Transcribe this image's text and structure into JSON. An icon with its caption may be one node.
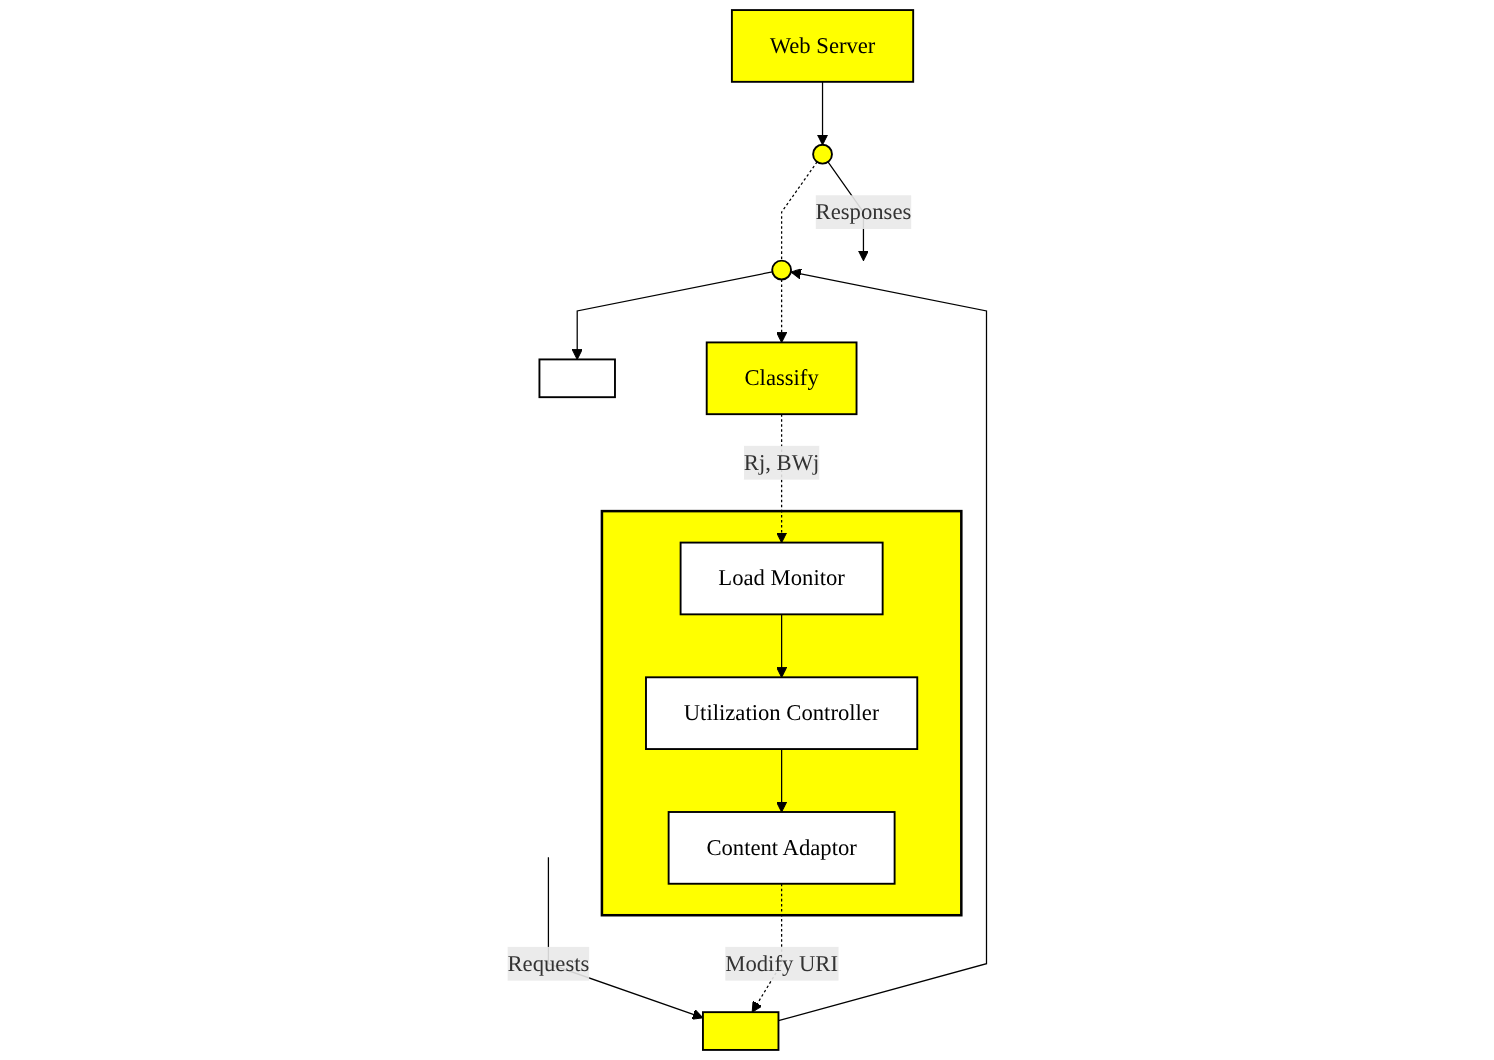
{
  "diagram": {
    "nodes": [
      {
        "text": [
          "Web Server"
        ]
      },
      {
        "text": [],
        "shape": "box"
      },
      {
        "text": [],
        "shape": "box"
      },
      {
        "text": [
          "Utilization Controller"
        ],
        "in": 2
      },
      {
        "text": [
          "Load Monitor"
        ],
        "in": 2
      },
      {
        "text": [
          "Content Adaptor"
        ],
        "in": 2
      },
      {
        "text": [],
        "shape": "circle"
      },
      {
        "text": [],
        "shape": "circle"
      },
      {
        "text": [
          "Classify"
        ]
      },
      {
        "text": [],
        "shape": "bar"
      }
    ],
    "edges": [
      {
        "from": 0,
        "to": 6,
        "arrow": "to"
      },
      {
        "from": 6,
        "to": null,
        "arrow": "to",
        "label": "Responses"
      },
      {
        "from": null,
        "to": 9,
        "arrow": "to",
        "label": "Requests"
      },
      {
        "from": 9,
        "to": 7,
        "arrow": "to"
      },
      {
        "from": 7,
        "to": 1,
        "arrow": "to"
      },
      {
        "from": 6,
        "to": 7,
        "arrow": "none",
        "style": "dashed"
      },
      {
        "from": 7,
        "to": 8,
        "arrow": "to",
        "style": "dashed"
      },
      {
        "from": 8,
        "to": 4,
        "arrow": "to",
        "style": "dashed",
        "label": "Rj, BWj"
      },
      {
        "from": 4,
        "to": 3,
        "arrow": "to"
      },
      {
        "from": 3,
        "to": 5,
        "arrow": "to"
      },
      {
        "from": 5,
        "to": 9,
        "arrow": "to",
        "style": "dashed",
        "label": "Modify URI"
      }
    ]
  }
}
